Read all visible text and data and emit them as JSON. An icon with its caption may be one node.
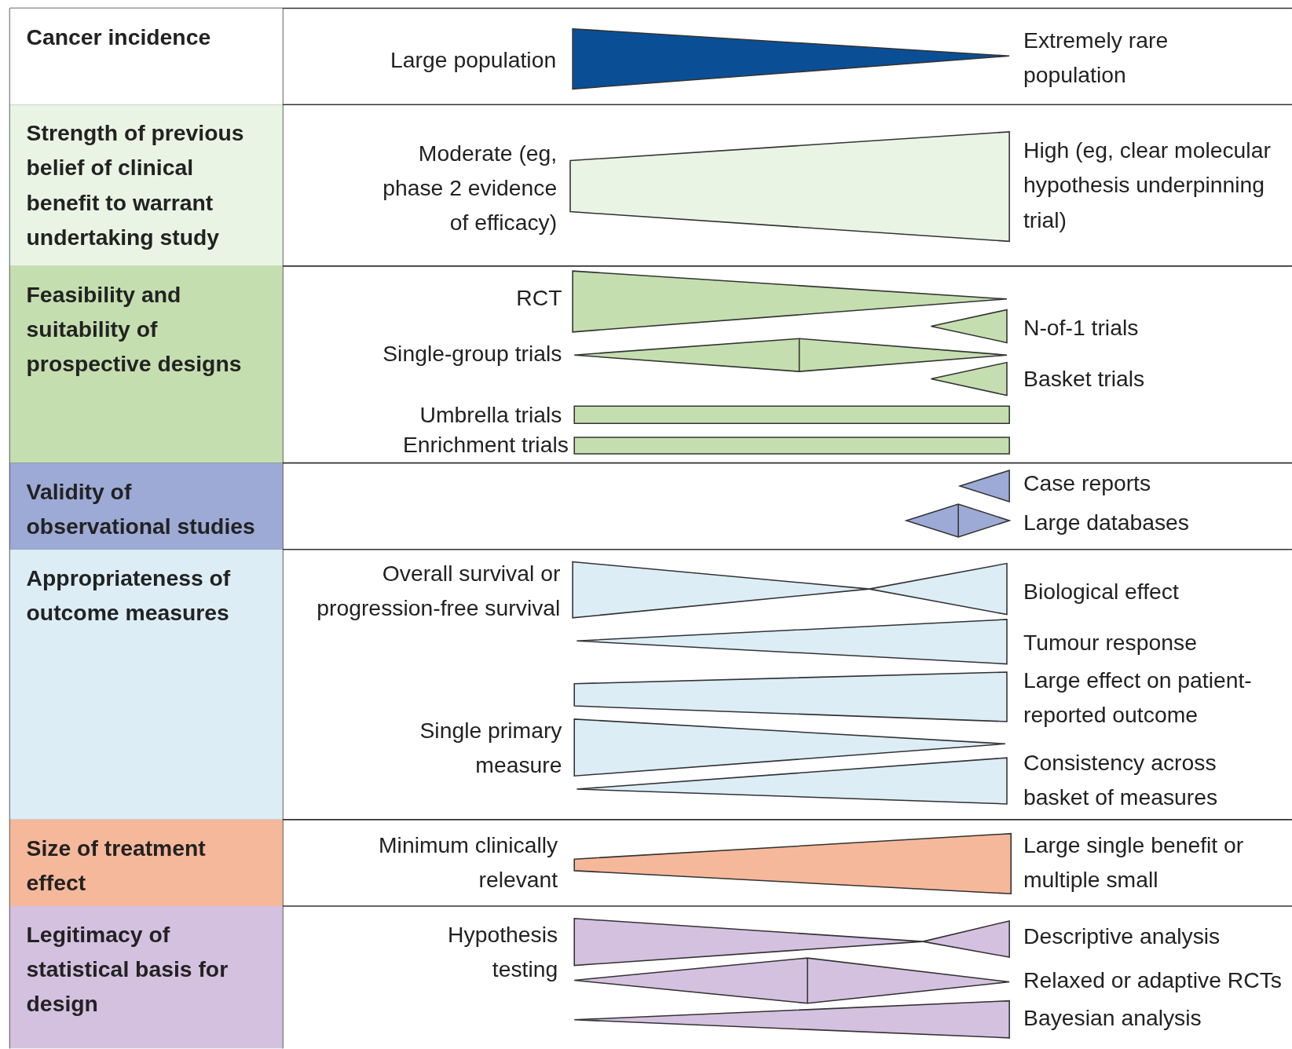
{
  "diagram": {
    "nodes": [
      {
        "text": [
          "Cancer incidence"
        ]
      },
      {
        "text": [
          "Strength of previous belief of clinical benefit to warrant undertaking study"
        ]
      },
      {
        "text": [
          "Feasibility and suitability of prospective designs"
        ]
      },
      {
        "text": [
          "Validity of observational studies"
        ]
      },
      {
        "text": [
          "Appropriateness of outcome measures"
        ]
      },
      {
        "text": [
          "Size of treatment effect"
        ]
      },
      {
        "text": [
          "Legitimacy of statistical basis for design"
        ]
      }
    ],
    "labels": [
      "Large population",
      "Extremely rare population",
      "Moderate (eg, phase 2 evidence of efficacy)",
      "High (eg, clear molecular hypothesis underpinning trial)",
      "RCT",
      "N-of-1 trials",
      "Single-group trials",
      "Basket trials",
      "Umbrella trials",
      "Enrichment trials",
      "Case reports",
      "Large databases",
      "Overall survival or progression-free survival",
      "Biological effect",
      "Tumour response",
      "Large effect on patient-reported outcome",
      "Single primary measure",
      "Consistency across basket of measures",
      "Minimum clinically relevant",
      "Large single benefit or multiple small",
      "Hypothesis testing",
      "Descriptive analysis",
      "Relaxed or adaptive RCTs",
      "Bayesian analysis"
    ]
  }
}
